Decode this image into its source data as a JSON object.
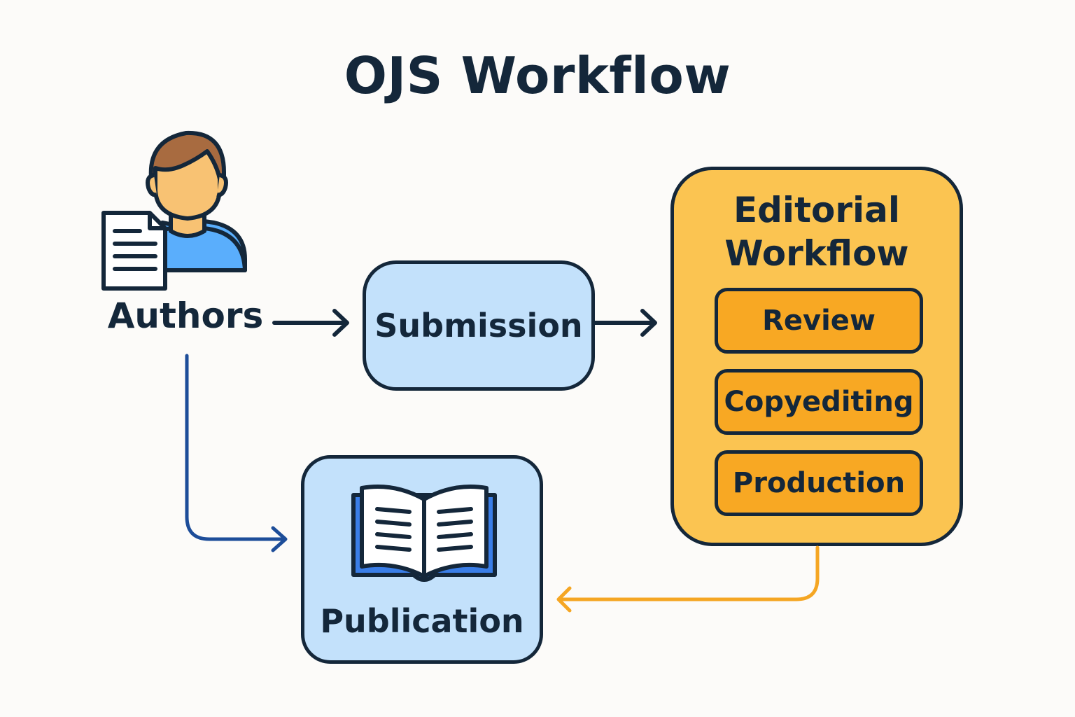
{
  "title": "OJS Workflow",
  "authors": {
    "label": "Authors"
  },
  "submission": {
    "label": "Submission"
  },
  "editorial": {
    "title_line1": "Editorial",
    "title_line2": "Workflow",
    "stages": [
      "Review",
      "Copyediting",
      "Production"
    ]
  },
  "publication": {
    "label": "Publication"
  },
  "colors": {
    "dark": "#14273a",
    "light_blue": "#c3e1fb",
    "editorial_yellow": "#fbc451",
    "stage_orange": "#f8a823",
    "direct_arrow_blue": "#1d4d99",
    "return_arrow_orange": "#f5a623"
  }
}
